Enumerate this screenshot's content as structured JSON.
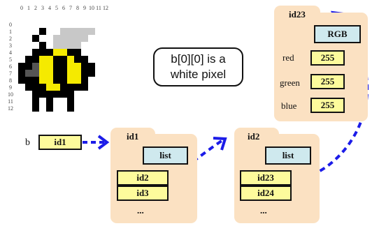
{
  "grid": {
    "col_labels": [
      "0",
      "1",
      "2",
      "3",
      "4",
      "5",
      "6",
      "7",
      "8",
      "9",
      "10",
      "11",
      "12"
    ],
    "row_labels": [
      "0",
      "1",
      "2",
      "3",
      "4",
      "5",
      "6",
      "7",
      "8",
      "9",
      "10",
      "11",
      "12"
    ]
  },
  "callout": {
    "line1": "b[0][0] is a",
    "line2": "white pixel"
  },
  "variable": {
    "name": "b",
    "value": "id1"
  },
  "folders": {
    "list1": {
      "id": "id1",
      "type": "list",
      "items": [
        "id2",
        "id3"
      ],
      "more": "..."
    },
    "list2": {
      "id": "id2",
      "type": "list",
      "items": [
        "id23",
        "id24"
      ],
      "more": "..."
    },
    "rgb": {
      "id": "id23",
      "type": "RGB",
      "fields": [
        {
          "name": "red",
          "value": "255"
        },
        {
          "name": "green",
          "value": "255"
        },
        {
          "name": "blue",
          "value": "255"
        }
      ]
    }
  },
  "colors": {
    "arrow": "#1c1ce8",
    "folder": "#fbe1c2",
    "cell": "#fdfb9c",
    "typebox": "#cfe9ee",
    "bee_yellow": "#f5ea00",
    "wing": "#c8c8c8"
  }
}
